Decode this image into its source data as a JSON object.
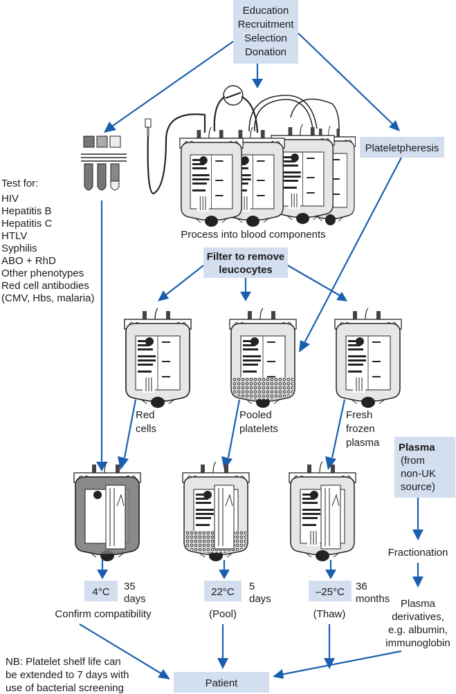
{
  "title_box": {
    "lines": [
      "Education",
      "Recruitment",
      "Selection",
      "Donation"
    ]
  },
  "plateletpheresis": "Plateletpheresis",
  "process_label": "Process into blood components",
  "filter_box": {
    "lines": [
      "Filter to remove",
      "leucocytes"
    ]
  },
  "tests": {
    "heading": "Test for:",
    "items": [
      "HIV",
      "Hepatitis B",
      "Hepatitis C",
      "HTLV",
      "Syphilis",
      "ABO + RhD",
      "Other phenotypes",
      "Red cell antibodies",
      "(CMV, Hbs, malaria)"
    ]
  },
  "components": [
    {
      "label_lines": [
        "Red",
        "cells"
      ],
      "storage_temp": "4°C",
      "shelf_life_lines": [
        "35",
        "days"
      ],
      "note": "Confirm compatibility",
      "bag_fill": "red-cells"
    },
    {
      "label_lines": [
        "Pooled",
        "platelets"
      ],
      "storage_temp": "22°C",
      "shelf_life_lines": [
        "5",
        "days"
      ],
      "note": "(Pool)",
      "bag_fill": "platelets"
    },
    {
      "label_lines": [
        "Fresh",
        "frozen",
        "plasma"
      ],
      "storage_temp": "–25°C",
      "shelf_life_lines": [
        "36",
        "months"
      ],
      "note": "(Thaw)",
      "bag_fill": "plasma"
    }
  ],
  "plasma_source": {
    "title": "Plasma",
    "lines": [
      "(from",
      "non-UK",
      "source)"
    ]
  },
  "fractionation": "Fractionation",
  "derivatives": {
    "lines": [
      "Plasma",
      "derivatives,",
      "e.g. albumin,",
      "immunoglobin"
    ]
  },
  "patient": "Patient",
  "footnote": {
    "lines": [
      "NB: Platelet shelf life can",
      "be extended to 7 days with",
      "use of bacterial screening"
    ]
  },
  "colors": {
    "box_fill": "#d3deef",
    "arrow": "#1a5fae",
    "red_cells_bag": "#7a7a7a",
    "platelets_bag": "#e4e4e4",
    "plasma_bag": "#ececec"
  }
}
